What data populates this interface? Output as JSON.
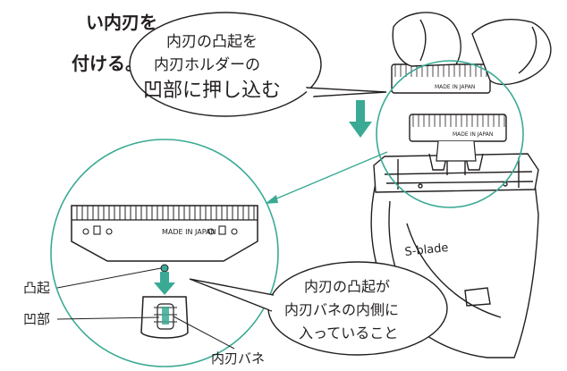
{
  "heading": {
    "line1": "い内刃を",
    "line2": "付ける。"
  },
  "top_bubble": {
    "line1": "内刃の凸起を",
    "line2": "内刃ホルダーの",
    "line3": "凹部に押し込む"
  },
  "right_bubble": {
    "line1": "内刃の凸起が",
    "line2": "内刃バネの内側に",
    "line3": "入っていること"
  },
  "labels": {
    "protrusion": "凸起",
    "recess": "凹部",
    "spring": "内刃バネ"
  },
  "blade_marking": "MADE IN JAPAN",
  "brand_name": "S-blade",
  "colors": {
    "accent_green": "#3aaa94",
    "line": "#231f20"
  },
  "icons": [
    "down-arrow-icon",
    "callout-pointer-arrow-icon"
  ]
}
